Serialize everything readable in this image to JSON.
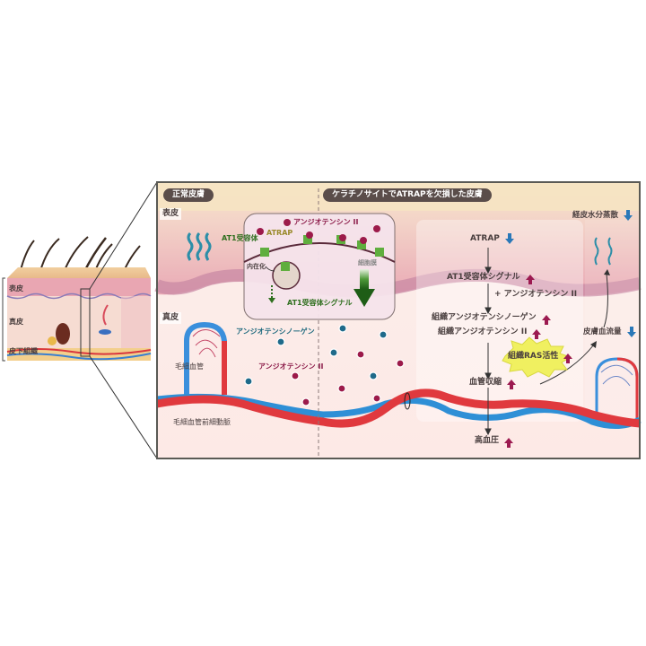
{
  "inset": {
    "labels": {
      "epidermis": "表皮",
      "dermis": "真皮",
      "subcutaneous": "皮下組織"
    }
  },
  "panel": {
    "section_normal": "正常皮膚",
    "section_knockout": "ケラチノサイトでATRAPを欠損した皮膚",
    "layer_epidermis": "表皮",
    "layer_dermis": "真皮",
    "cell_box": {
      "angiotensin2": "アンジオテンシン II",
      "at1_receptor": "AT1受容体",
      "atrap": "ATRAP",
      "internalization": "内在化",
      "cell_membrane": "細胞膜",
      "at1_signal": "AT1受容体シグナル"
    },
    "dermis_labels": {
      "angiotensinogen": "アンジオテンシノーゲン",
      "angiotensin2": "アンジオテンシン II",
      "capillary": "毛細血管",
      "precapillary_arteriole": "毛細血管前細動脈"
    },
    "flow": [
      {
        "text": "ATRAP",
        "change": "down"
      },
      {
        "text": "AT1受容体シグナル",
        "change": "up"
      },
      {
        "text": "+ アンジオテンシン II",
        "change": "none"
      },
      {
        "text": "組織アンジオテンシノーゲン",
        "change": "up"
      },
      {
        "text": "組織アンジオテンシン II",
        "change": "up"
      },
      {
        "text": "組織RAS活性",
        "change": "up"
      },
      {
        "text": "血管収縮",
        "change": "up"
      },
      {
        "text": "高血圧",
        "change": "up"
      }
    ],
    "right_labels": {
      "tewl": {
        "text": "経皮水分蒸散",
        "change": "down"
      },
      "blood_flow": {
        "text": "皮膚血流量",
        "change": "down"
      }
    }
  },
  "colors": {
    "up_arrow": "#9c1a50",
    "down_arrow": "#2a78b8",
    "artery": "#e0393e",
    "vein": "#2e8fd6",
    "pill_bg": "#5a4d4a",
    "receptor_green": "#3d8a2a"
  }
}
